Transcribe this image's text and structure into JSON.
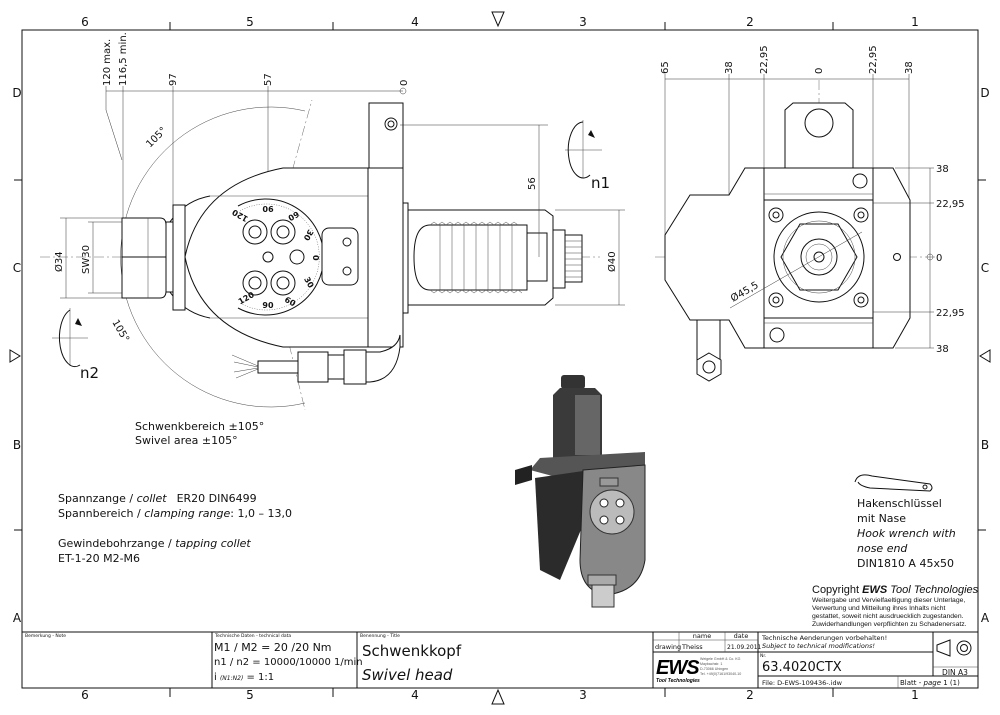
{
  "sheet": {
    "zone_columns": [
      "6",
      "5",
      "4",
      "3",
      "2",
      "1"
    ],
    "zone_rows": [
      "D",
      "C",
      "B",
      "A"
    ]
  },
  "side_view": {
    "dims_top": [
      "120 max.",
      "116,5 min.",
      "97",
      "57",
      "0"
    ],
    "dim_collet_dia": "Ø34",
    "dim_collet_sw": "SW30",
    "dim_offset": "56",
    "dim_shank_dia": "Ø40",
    "swivel_angle_top": "105°",
    "swivel_angle_bottom": "105°",
    "rotation_n1": "n1",
    "rotation_n2": "n2",
    "dial_labels": [
      "90",
      "60",
      "30",
      "0",
      "30",
      "60",
      "90",
      "120",
      "120"
    ],
    "swivel_text_de": "Schwenkbereich ±105°",
    "swivel_text_en": "Swivel area ±105°"
  },
  "end_view": {
    "dims_top": [
      "65",
      "38",
      "22,95",
      "0",
      "22,95",
      "38"
    ],
    "dims_right": [
      "38",
      "22,95",
      "0",
      "22,95",
      "38"
    ],
    "dim_ring_dia": "Ø45,5"
  },
  "notes": {
    "collet_de": "Spannzange / ",
    "collet_en": "collet",
    "collet_spec": "ER20   DIN6499",
    "range_de": "Spannbereich / ",
    "range_en": "clamping range",
    "range_value": ": 1,0 – 13,0",
    "tapping_de": "Gewindebohrzange / ",
    "tapping_en": "tapping collet",
    "tapping_spec": "ET-1-20   M2-M6"
  },
  "wrench": {
    "line1": "Hakenschlüssel",
    "line2": "mit Nase",
    "line3": "Hook wrench with",
    "line4": "nose end",
    "line5": "DIN1810  A  45x50"
  },
  "copyright": {
    "prefix": "Copyright ",
    "brand": "EWS",
    "suffix": " Tool Technologies",
    "lines": [
      "Weitergabe und Vervielfaeltigung dieser Unterlage,",
      "Verwertung und Mitteilung ihres Inhalts nicht",
      "gestattet, soweit nicht ausdruecklich zugestanden.",
      "Zuwiderhandlungen verpflichten zu Schadenersatz."
    ]
  },
  "title_block": {
    "note_label": "Bemerkung - Note",
    "tech_label": "Technische Daten - technical data",
    "tech_line1": "M1 / M2 = 20  /20  Nm",
    "tech_line2": "n1 / n2 = 10000/10000 1/min",
    "tech_line3_a": "i ",
    "tech_line3_b": "(N1:N2)",
    "tech_line3_c": " = 1:1",
    "title_label": "Benennung - Title",
    "title_de": "Schwenkkopf",
    "title_en": "Swivel head",
    "col_name": "name",
    "col_date": "date",
    "row_drawing": "drawing",
    "drawn_by": "Theiss",
    "drawn_date": "21.09.2011",
    "logo": "EWS",
    "logo_sub": "Tool Technologies",
    "address": [
      "Weigele GmbH & Co. KG",
      "Maybachstr. 1",
      "D-73066 Uhingen",
      "Tel. +49(0)7161/93040-10"
    ],
    "changes_de": "Technische Aenderungen vorbehalten!",
    "changes_en": "Subject to technical modifications!",
    "nr_label": "Nr.",
    "part_number": "63.4020CTX",
    "file": "File: D-EWS-109436-.idw",
    "sheet_label_a": "Blatt - ",
    "sheet_label_b": "page",
    "sheet_value": " 1 (1)",
    "format": "DIN A3"
  }
}
